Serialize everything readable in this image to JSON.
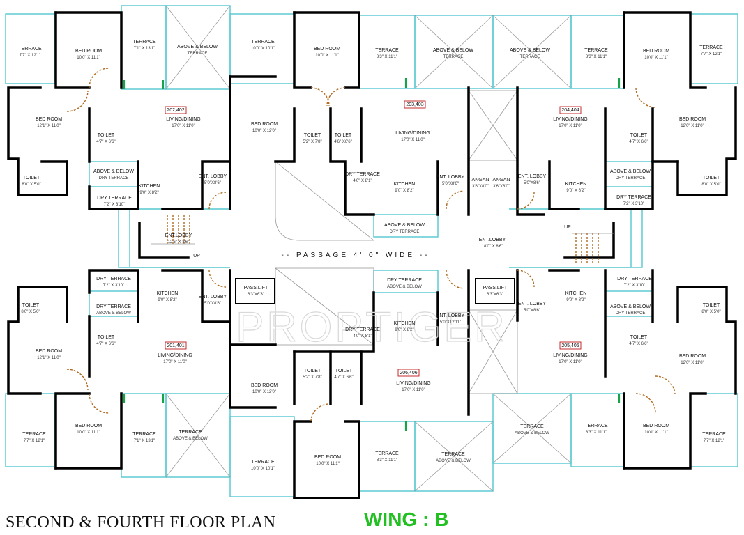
{
  "watermark": "PROPTIGER",
  "footer": {
    "title": "SECOND & FOURTH  FLOOR PLAN",
    "wing": "WING : B"
  },
  "passage": "-- PASSAGE 4' 0\" WIDE --",
  "flats": [
    "202,402",
    "203,403",
    "204,404",
    "201,401",
    "206,406",
    "205,405"
  ],
  "rooms": [
    {
      "name": "TERRACE",
      "size": "7'7\" X 12'1\""
    },
    {
      "name": "BED ROOM",
      "size": "10'0\" X 11'1\""
    },
    {
      "name": "TERRACE",
      "size": "7'1\" X 13'1\""
    },
    {
      "name": "ABOVE & BELOW",
      "size": "TERRACE"
    },
    {
      "name": "TERRACE",
      "size": "10'0\" X 10'1\""
    },
    {
      "name": "BED ROOM",
      "size": "10'0\" X 11'1\""
    },
    {
      "name": "TERRACE",
      "size": "8'3\" X 11'1\""
    },
    {
      "name": "ABOVE & BELOW",
      "size": "TERRACE"
    },
    {
      "name": "ABOVE & BELOW",
      "size": "TERRACE"
    },
    {
      "name": "TERRACE",
      "size": "8'3\" X 11'1\""
    },
    {
      "name": "BED ROOM",
      "size": "10'0\" X 11'1\""
    },
    {
      "name": "TERRACE",
      "size": "7'7\" X 12'1\""
    },
    {
      "name": "BED ROOM",
      "size": "12'1\" X 11'0\""
    },
    {
      "name": "LIVING/DINING",
      "size": "17'0\" X 11'0\""
    },
    {
      "name": "BED ROOM",
      "size": "10'0\" X 12'0\""
    },
    {
      "name": "TOILET",
      "size": "5'2\" X 7'8\""
    },
    {
      "name": "TOILET",
      "size": "4'6\" X6'6\""
    },
    {
      "name": "LIVING/DINING",
      "size": "17'0\" X 11'0\""
    },
    {
      "name": "LIVING/DINING",
      "size": "17'0\" X 11'0\""
    },
    {
      "name": "BED ROOM",
      "size": "12'0\" X 11'0\""
    },
    {
      "name": "TOILET",
      "size": "4'7\" X 6'6\""
    },
    {
      "name": "TOILET",
      "size": "4'7\" X 6'6\""
    },
    {
      "name": "TOILET",
      "size": "8'0\" X 5'0\""
    },
    {
      "name": "ABOVE & BELOW",
      "size": "DRY TERRACE"
    },
    {
      "name": "KITCHEN",
      "size": "9'0\" X 8'2\""
    },
    {
      "name": "ENT. LOBBY",
      "size": "5'0\"X8'6\""
    },
    {
      "name": "DRY TERRACE",
      "size": "4'0\" X 8'1\""
    },
    {
      "name": "KITCHEN",
      "size": "9'0\" X 8'2\""
    },
    {
      "name": "ENT. LOBBY",
      "size": "5'0\"X8'6\""
    },
    {
      "name": "ANGAN",
      "size": "3'6\"X8'0\""
    },
    {
      "name": "ANGAN",
      "size": "3'6\"X8'0\""
    },
    {
      "name": "ENT. LOBBY",
      "size": "5'0\"X8'6\""
    },
    {
      "name": "KITCHEN",
      "size": "9'0\" X 8'2\""
    },
    {
      "name": "ABOVE & BELOW",
      "size": "DRY TERRACE"
    },
    {
      "name": "TOILET",
      "size": "8'0\" X 5'0\""
    },
    {
      "name": "DRY TERRACE",
      "size": "7'2\" X 3'10\""
    },
    {
      "name": "DRY TERRACE",
      "size": "7'2\" X 3'10\""
    },
    {
      "name": "ABOVE & BELOW",
      "size": "DRY TERRACE"
    },
    {
      "name": "ENT.LOBBY",
      "size": "12'6\" X 8'6\""
    },
    {
      "name": "ENT.LOBBY",
      "size": "18'0\" X 8'6\""
    },
    {
      "name": "DRY TERRACE",
      "size": "7'2\" X 3'10\""
    },
    {
      "name": "KITCHEN",
      "size": "9'0\" X 8'2\""
    },
    {
      "name": "ENT. LOBBY",
      "size": "5'0\"X8'6\""
    },
    {
      "name": "PASS.LIFT",
      "size": "6'3\"X6'3\""
    },
    {
      "name": "DRY TERRACE",
      "size": "ABOVE & BELOW"
    },
    {
      "name": "ENT. LOBBY",
      "size": "5'0\"X12'11\""
    },
    {
      "name": "PASS.LIFT",
      "size": "6'3\"X6'3\""
    },
    {
      "name": "ENT. LOBBY",
      "size": "5'0\"X8'6\""
    },
    {
      "name": "KITCHEN",
      "size": "9'0\" X 8'2\""
    },
    {
      "name": "DRY TERRACE",
      "size": "7'2\" X 3'10\""
    },
    {
      "name": "TOILET",
      "size": "8'0\" X 5'0\""
    },
    {
      "name": "DRY TERRACE",
      "size": "ABOVE & BELOW"
    },
    {
      "name": "KITCHEN",
      "size": "9'0\" X 8'2\""
    },
    {
      "name": "DRY TERRACE",
      "size": "4'0\" X 8'1\""
    },
    {
      "name": "TOILET",
      "size": "8'0\" X 5'0\""
    },
    {
      "name": "ABOVE & BELOW",
      "size": "DRY TERRACE"
    },
    {
      "name": "BED ROOM",
      "size": "12'1\" X 11'0\""
    },
    {
      "name": "TOILET",
      "size": "4'7\" X 6'6\""
    },
    {
      "name": "LIVING/DINING",
      "size": "17'0\" X 11'0\""
    },
    {
      "name": "LIVING/DINING",
      "size": "17'0\" X 11'0\""
    },
    {
      "name": "TOILET",
      "size": "4'7\" X 6'6\""
    },
    {
      "name": "BED ROOM",
      "size": "12'0\" X 11'0\""
    },
    {
      "name": "TOILET",
      "size": "5'2\" X 7'8\""
    },
    {
      "name": "TOILET",
      "size": "4'7\" X 6'6\""
    },
    {
      "name": "BED ROOM",
      "size": "10'0\" X 12'0\""
    },
    {
      "name": "LIVING/DINING",
      "size": "17'0\" X 11'0\""
    },
    {
      "name": "TERRACE",
      "size": "7'7\" X 12'1\""
    },
    {
      "name": "BED ROOM",
      "size": "10'0\" X 11'1\""
    },
    {
      "name": "TERRACE",
      "size": "7'1\" X 13'1\""
    },
    {
      "name": "TERRACE",
      "size": "ABOVE & BELOW"
    },
    {
      "name": "TERRACE",
      "size": "10'0\" X 10'1\""
    },
    {
      "name": "BED ROOM",
      "size": "10'0\" X 11'1\""
    },
    {
      "name": "TERRACE",
      "size": "8'3\" X 11'1\""
    },
    {
      "name": "TERRACE",
      "size": "ABOVE & BELOW"
    },
    {
      "name": "TERRACE",
      "size": "ABOVE & BELOW"
    },
    {
      "name": "TERRACE",
      "size": "8'3\" X 11'1\""
    },
    {
      "name": "BED ROOM",
      "size": "10'0\" X 11'1\""
    },
    {
      "name": "TERRACE",
      "size": "7'7\" X 12'1\""
    }
  ],
  "stair_labels": [
    "UP",
    "UP"
  ]
}
